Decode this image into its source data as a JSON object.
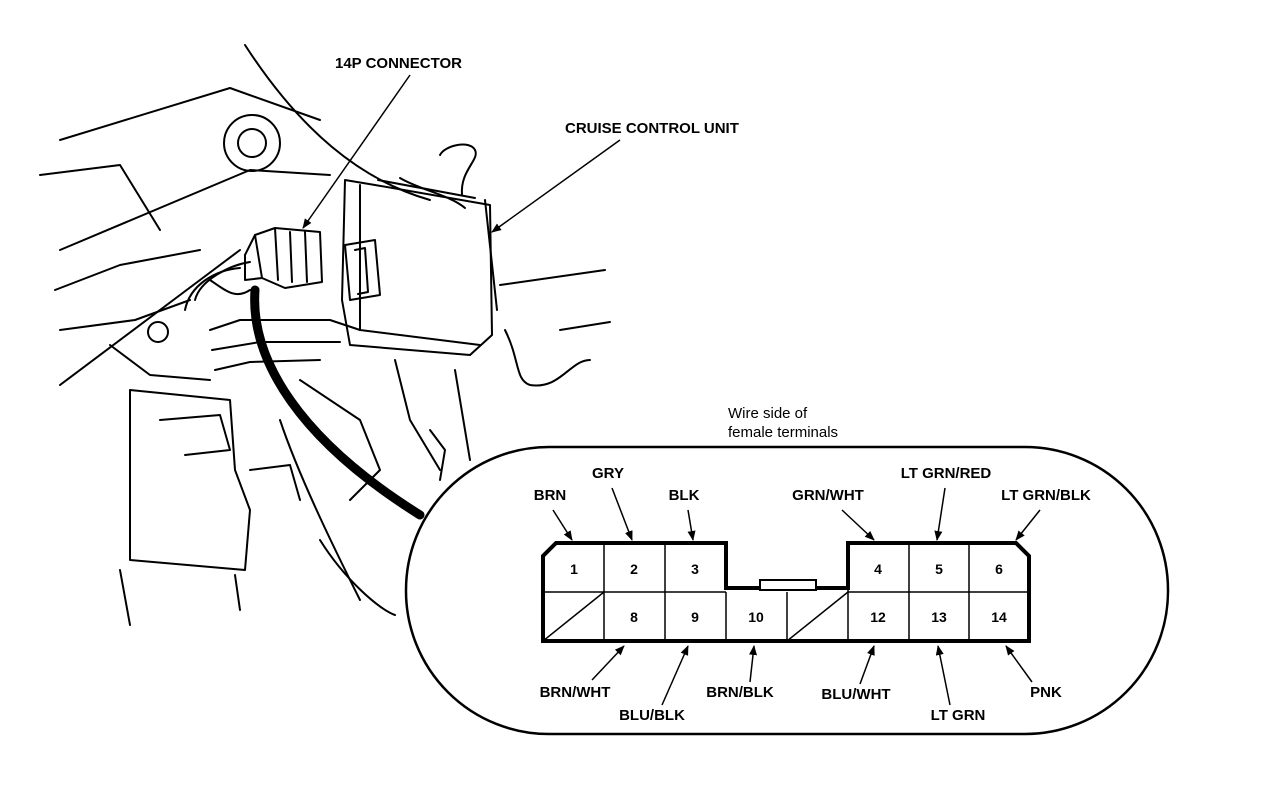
{
  "callouts": {
    "connector_14p": "14P CONNECTOR",
    "cruise_unit": "CRUISE CONTROL UNIT",
    "view_line1": "Wire side of",
    "view_line2": "female terminals"
  },
  "pins": [
    "1",
    "2",
    "3",
    "4",
    "5",
    "6",
    "8",
    "9",
    "10",
    "12",
    "13",
    "14"
  ],
  "wires": {
    "brn": "BRN",
    "gry": "GRY",
    "blk": "BLK",
    "grn_wht": "GRN/WHT",
    "lt_grn_red": "LT GRN/RED",
    "lt_grn_blk": "LT GRN/BLK",
    "brn_wht": "BRN/WHT",
    "blu_blk": "BLU/BLK",
    "brn_blk": "BRN/BLK",
    "blu_wht": "BLU/WHT",
    "lt_grn": "LT GRN",
    "pnk": "PNK"
  }
}
